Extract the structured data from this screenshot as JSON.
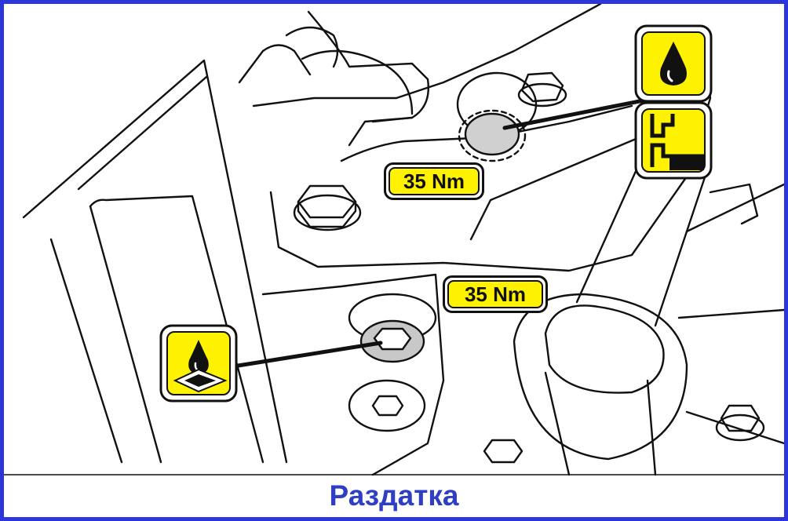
{
  "torque_labels": {
    "upper": "35 Nm",
    "lower": "35 Nm"
  },
  "caption": "Раздатка",
  "icons": {
    "top_right_upper": "oil-drop-icon",
    "top_right_lower": "sealant-flange-icon",
    "left": "oil-drop-on-pad-icon"
  },
  "colors": {
    "frame": "#2b35d9",
    "caption": "#2f3fc4",
    "label_fill": "#fff200",
    "line": "#111111"
  }
}
